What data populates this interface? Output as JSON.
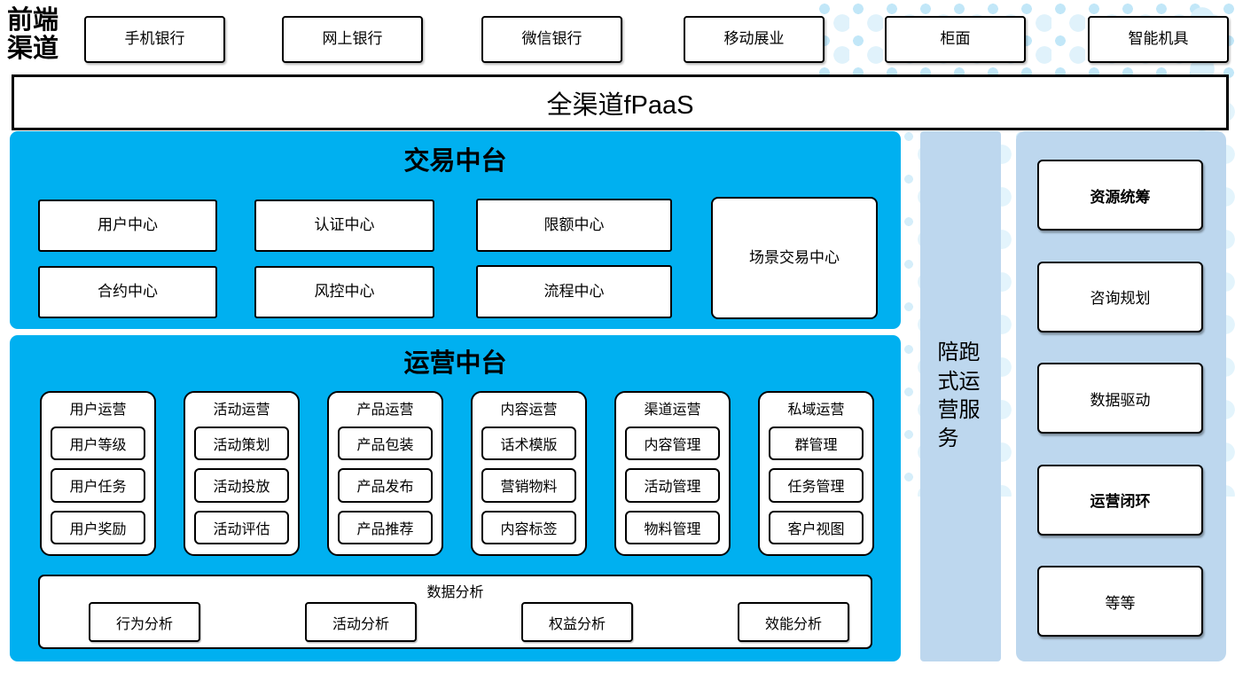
{
  "header": {
    "front_channel_label": "前端渠道",
    "channels": [
      "手机银行",
      "网上银行",
      "微信银行",
      "移动展业",
      "柜面",
      "智能机具"
    ],
    "fpaas_label": "全渠道fPaaS"
  },
  "transaction": {
    "title": "交易中台",
    "row1": [
      "用户中心",
      "认证中心",
      "限额中心"
    ],
    "row2": [
      "合约中心",
      "风控中心",
      "流程中心"
    ],
    "tall_box": "场景交易中心"
  },
  "operation": {
    "title": "运营中台",
    "groups": [
      {
        "title": "用户运营",
        "items": [
          "用户等级",
          "用户任务",
          "用户奖励"
        ]
      },
      {
        "title": "活动运营",
        "items": [
          "活动策划",
          "活动投放",
          "活动评估"
        ]
      },
      {
        "title": "产品运营",
        "items": [
          "产品包装",
          "产品发布",
          "产品推荐"
        ]
      },
      {
        "title": "内容运营",
        "items": [
          "话术模版",
          "营销物料",
          "内容标签"
        ]
      },
      {
        "title": "渠道运营",
        "items": [
          "内容管理",
          "活动管理",
          "物料管理"
        ]
      },
      {
        "title": "私域运营",
        "items": [
          "群管理",
          "任务管理",
          "客户视图"
        ]
      }
    ],
    "analysis": {
      "title": "数据分析",
      "items": [
        "行为分析",
        "活动分析",
        "权益分析",
        "效能分析"
      ]
    }
  },
  "side": {
    "bar_label": "陪跑式运营服务",
    "right_items": [
      "资源统筹",
      "咨询规划",
      "数据驱动",
      "运营闭环",
      "等等"
    ]
  },
  "colors": {
    "bright_blue": "#00b0f0",
    "light_blue": "#bdd7ee",
    "dot_blue": "#c2e7f8",
    "dot_pale": "#e3f4fc"
  }
}
